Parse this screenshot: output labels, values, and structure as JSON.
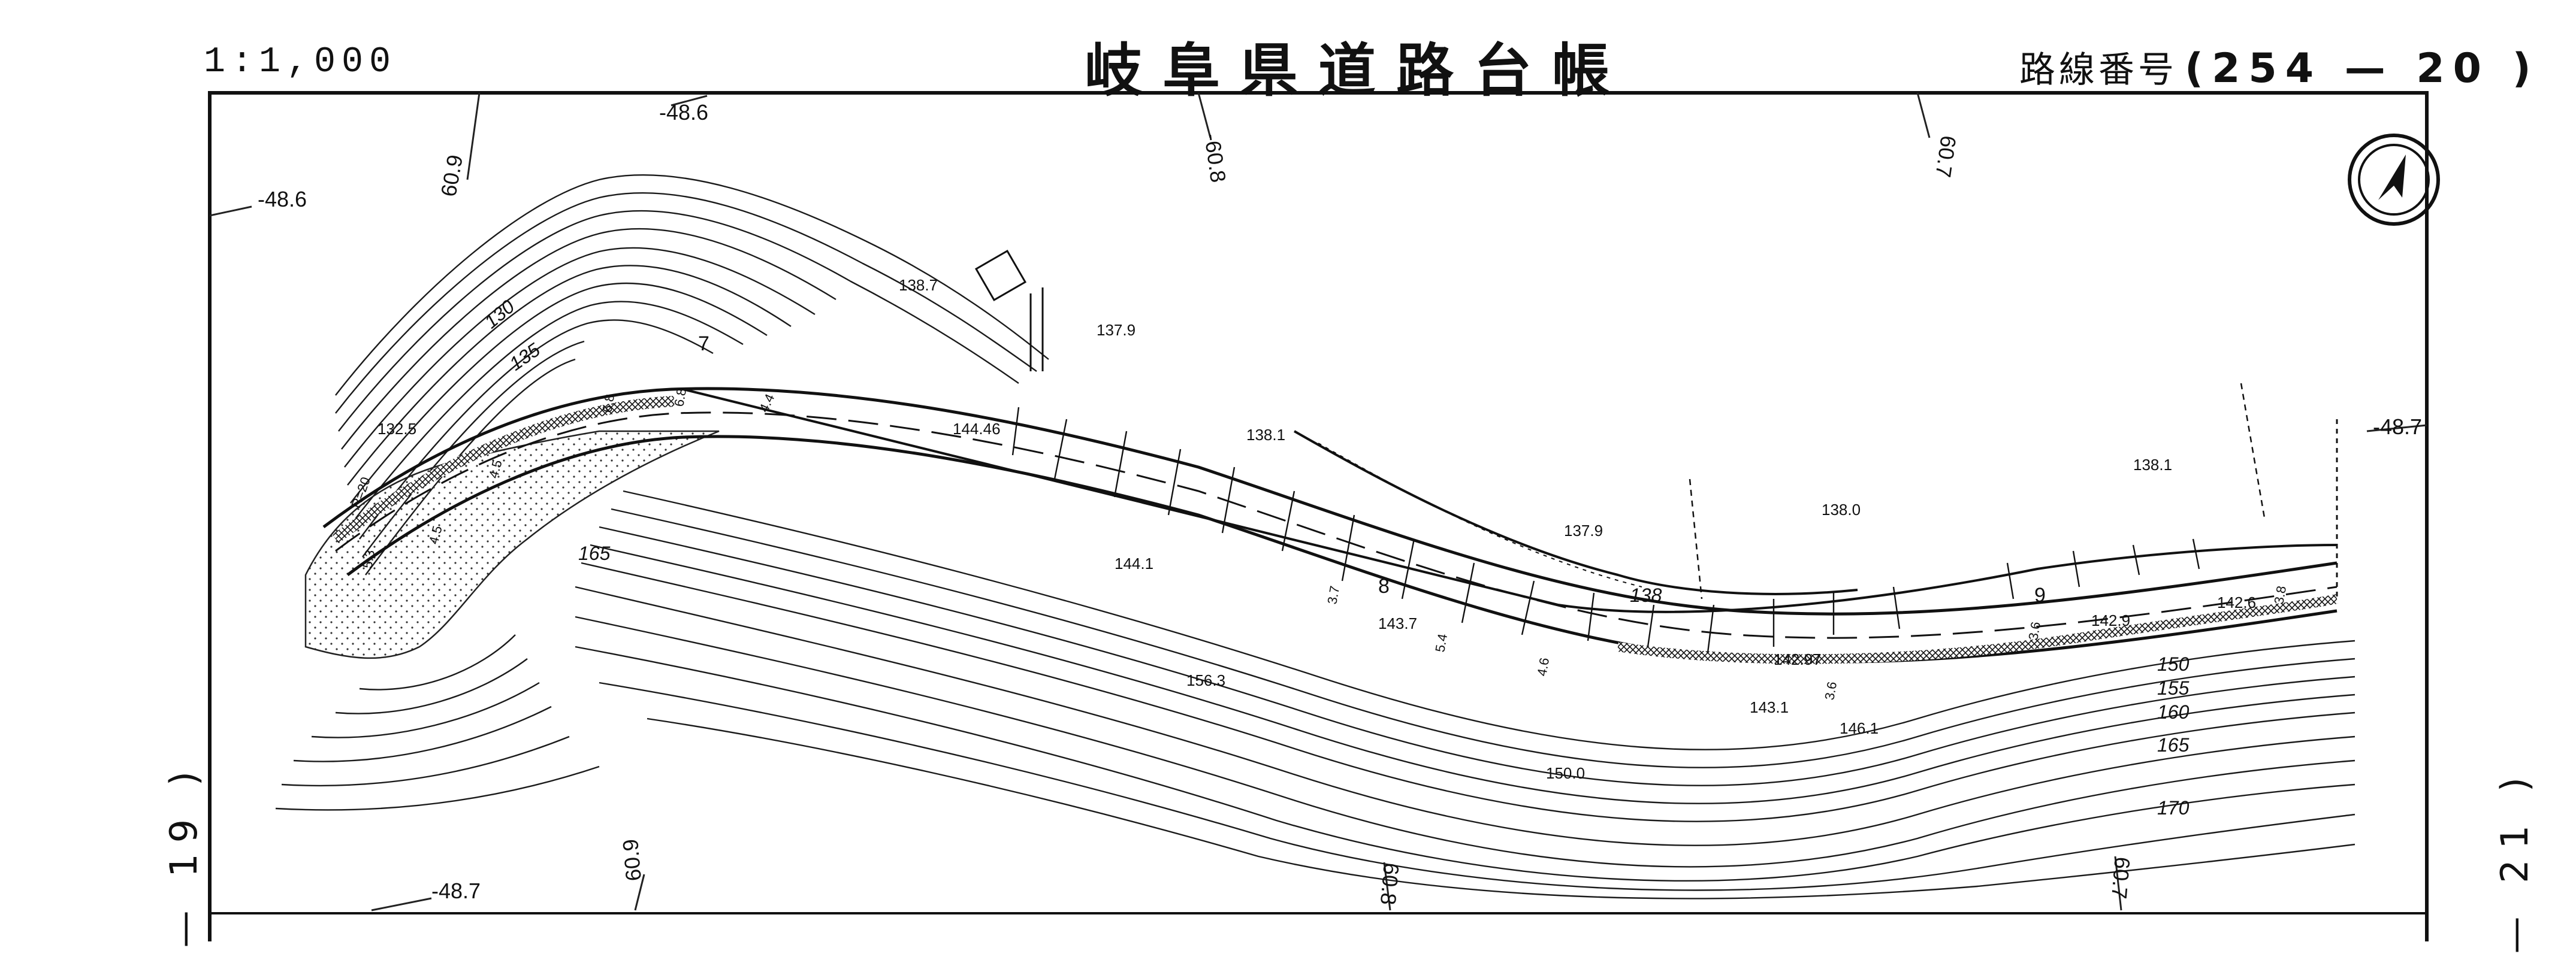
{
  "header": {
    "scale": "1:1,000",
    "title": "岐阜県道路台帳",
    "route_label": "路線番号",
    "route_number": "(254 — 20 )"
  },
  "side_refs": {
    "left": "— 19 )",
    "right": "— 21 )"
  },
  "north_arrow": {
    "icon": "north-arrow-icon"
  },
  "map": {
    "grid_labels": {
      "top": [
        "-48.6",
        "60.9",
        "-60.8",
        "60.7"
      ],
      "left": "-48.6",
      "right": "-48.7",
      "bottom": [
        "-48.7",
        "60.9",
        "60.8",
        "60.7"
      ]
    },
    "spot_heights": [
      "138.7",
      "137.9",
      "144.46",
      "138.1",
      "138.0",
      "137.9",
      "138.1",
      "144.1",
      "143.7",
      "142.97",
      "142.9",
      "142.6",
      "143.1",
      "146.1",
      "156.3",
      "150.0",
      "132.5"
    ],
    "contours": [
      "130",
      "135",
      "165",
      "150",
      "155",
      "160",
      "165",
      "170",
      "138"
    ],
    "widths": [
      "4.4",
      "6.8",
      "6.8",
      "R=20",
      "4.5",
      "4.5",
      "5.3",
      "3.7",
      "5.4",
      "4.6",
      "3.6",
      "3.6",
      "3.8"
    ],
    "station_marks": [
      "7",
      "8",
      "9"
    ]
  }
}
